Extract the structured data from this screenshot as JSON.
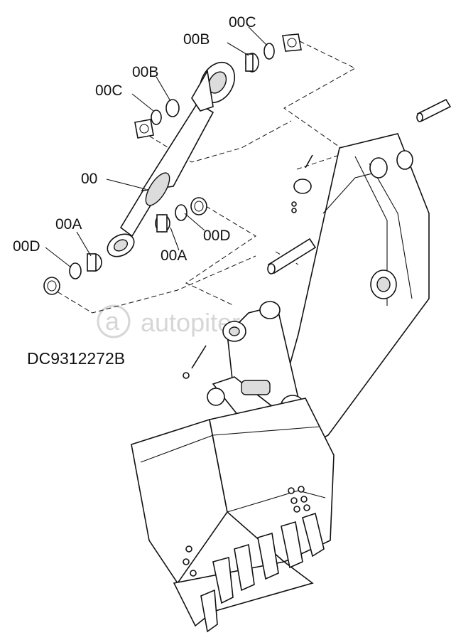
{
  "diagram": {
    "drawing_code": "DC9312272B",
    "watermark": "autopiter.ru",
    "labels": {
      "cylinder": "00",
      "bushing_lower_left": "00A",
      "bushing_lower_right": "00A",
      "bushing_upper_left": "00B",
      "bushing_upper_right": "00B",
      "seal_upper_left": "00C",
      "seal_upper_right": "00C",
      "shim_lower_left": "00D",
      "shim_lower_right": "00D"
    }
  }
}
